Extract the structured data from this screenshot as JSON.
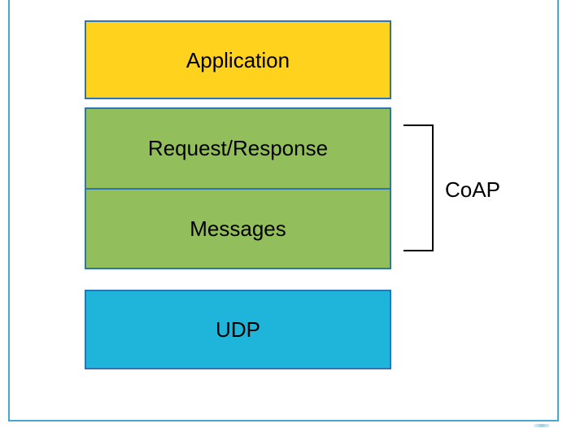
{
  "diagram": {
    "layers": [
      {
        "label": "Application",
        "fill": "#FFD21E",
        "border": "#2E74B5"
      },
      {
        "label": "Request/Response",
        "fill": "#93BE5C",
        "border": "#2E74B5"
      },
      {
        "label": "Messages",
        "fill": "#93BE5C",
        "border": "#2E74B5"
      },
      {
        "label": "UDP",
        "fill": "#1FB5DA",
        "border": "#2E74B5"
      }
    ],
    "bracket": {
      "label": "CoAP",
      "color": "#000000"
    },
    "frame": {
      "border_color": "#4BA6CE",
      "background": "#FFFFFF"
    },
    "text_color": "#000000"
  }
}
